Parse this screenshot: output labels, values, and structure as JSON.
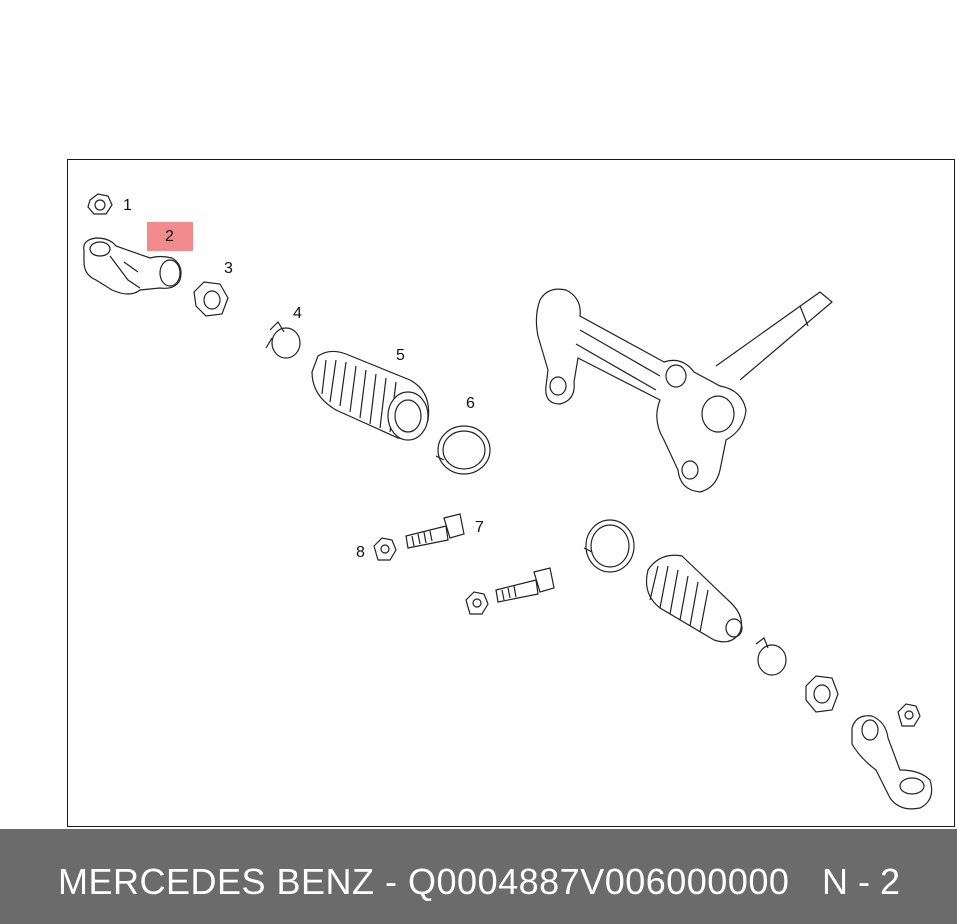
{
  "callouts": {
    "c1": "1",
    "c2": "2",
    "c3": "3",
    "c4": "4",
    "c5": "5",
    "c6": "6",
    "c7": "7",
    "c8": "8"
  },
  "footer": {
    "title": "MERCEDES BENZ - Q0004887V006000000",
    "page": "N - 2"
  },
  "colors": {
    "highlight": "#f28b8b",
    "footer_bg": "#6b6b6b",
    "footer_text": "#ffffff"
  }
}
